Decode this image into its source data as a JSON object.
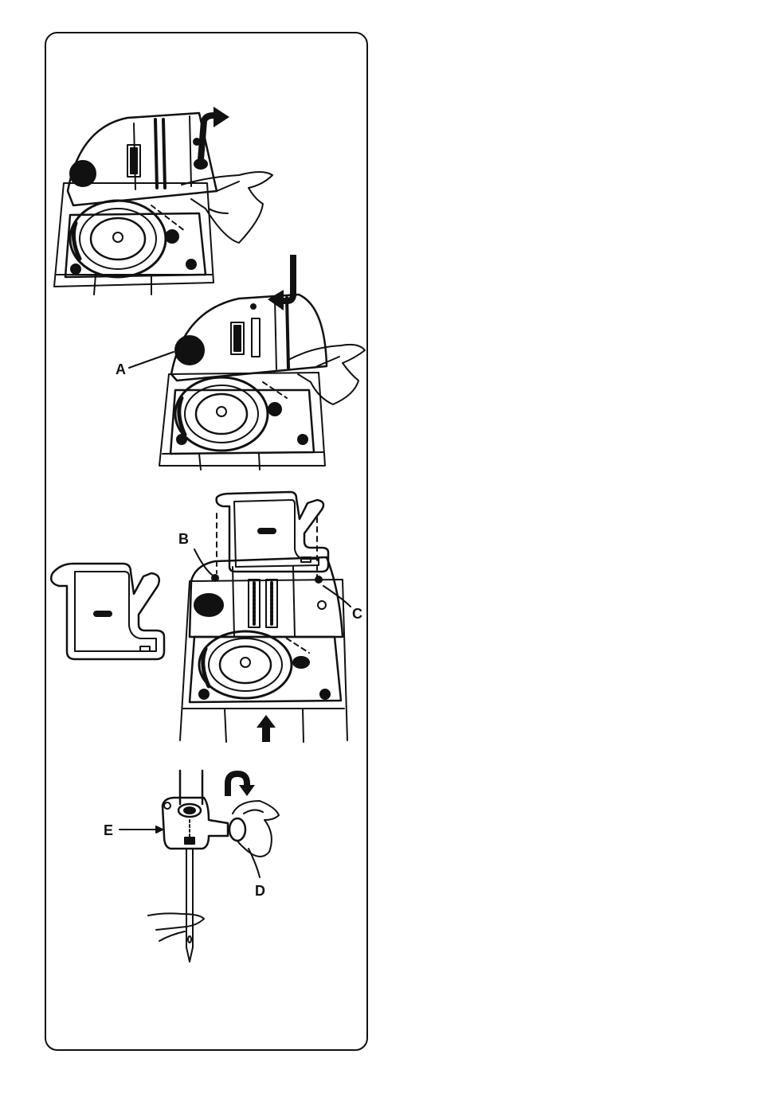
{
  "figure": {
    "labels": {
      "a": "A",
      "b": "B",
      "c": "C",
      "d": "D",
      "e": "E"
    }
  },
  "colors": {
    "ink": "#111111",
    "paper": "#ffffff"
  },
  "steps": [
    {
      "id": "remove-needle-plate",
      "arrow": "lift-up-arrow-icon"
    },
    {
      "id": "replace-needle-plate",
      "arrow": "push-down-arrow-icon"
    },
    {
      "id": "attach-cover-plate",
      "arrow": "up-arrow-icon"
    },
    {
      "id": "change-needle",
      "arrow": "rotate-arrow-icon"
    }
  ]
}
